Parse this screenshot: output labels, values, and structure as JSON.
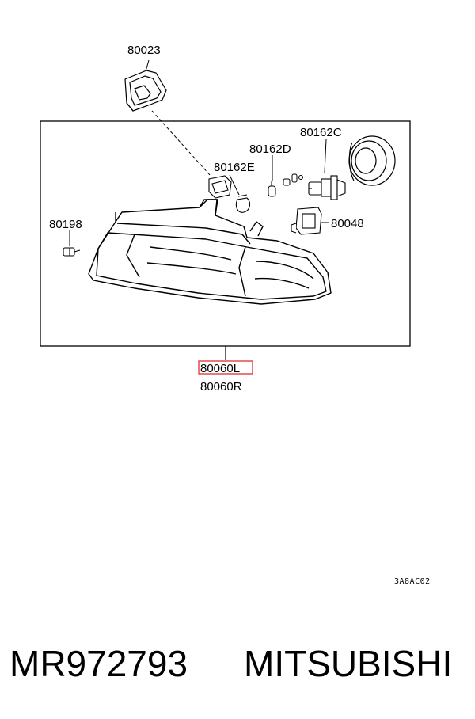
{
  "diagram": {
    "callouts": {
      "p80023": "80023",
      "p80162C": "80162C",
      "p80162D": "80162D",
      "p80162E": "80162E",
      "p80198": "80198",
      "p80048": "80048",
      "p80060L": "80060L",
      "p80060R": "80060R"
    },
    "highlighted_callout": "80060L",
    "highlight_color": "#e03030",
    "drawing_code": "3A8AC02"
  },
  "footer": {
    "part_number": "MR972793",
    "brand": "MITSUBISHI"
  }
}
